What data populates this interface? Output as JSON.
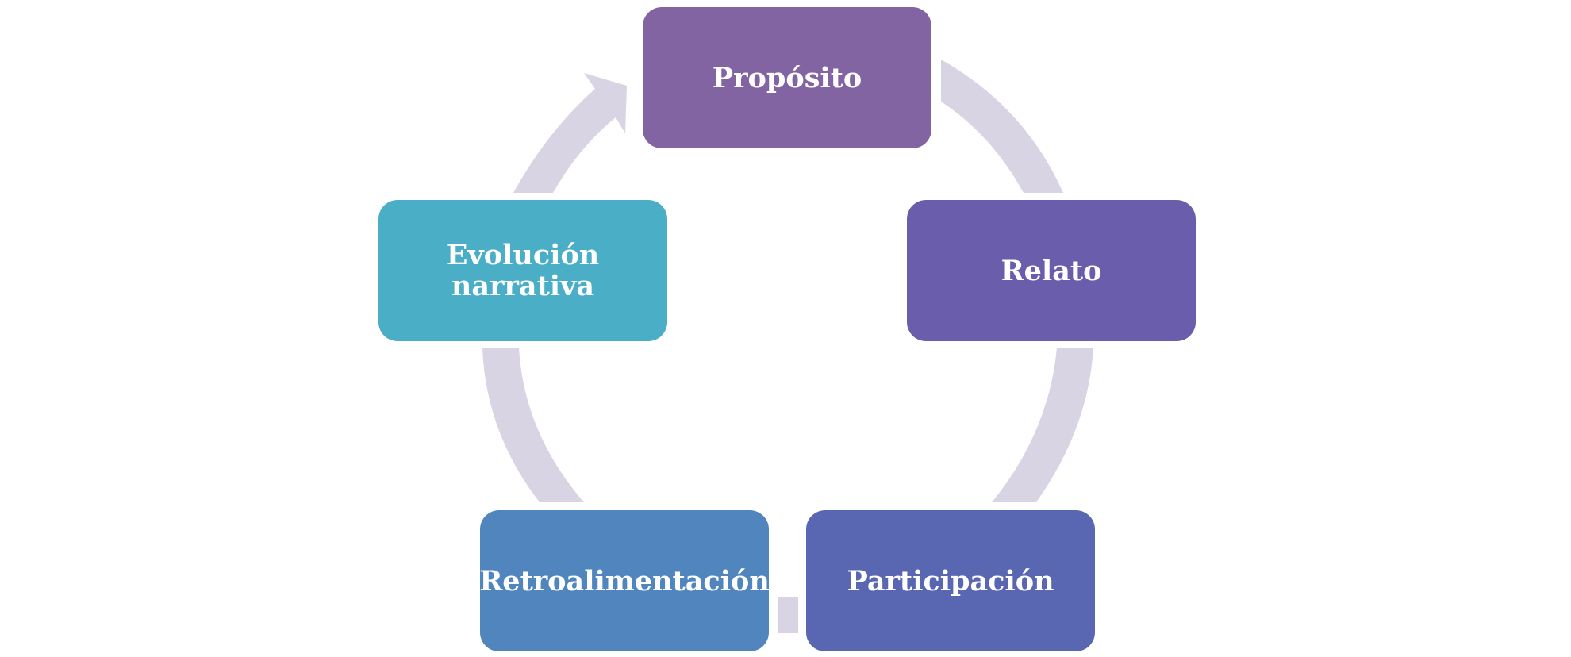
{
  "diagram": {
    "type": "cycle",
    "connector_color": "#d8d4e4",
    "nodes": [
      {
        "label": "Propósito",
        "color": "#8264a2"
      },
      {
        "label": "Relato",
        "color": "#6a5eac"
      },
      {
        "label": "Participación",
        "color": "#5966b2"
      },
      {
        "label": "Retroalimentación",
        "color": "#5085bd"
      },
      {
        "label": "Evolución\nnarrativa",
        "color": "#4aaec6"
      }
    ]
  }
}
